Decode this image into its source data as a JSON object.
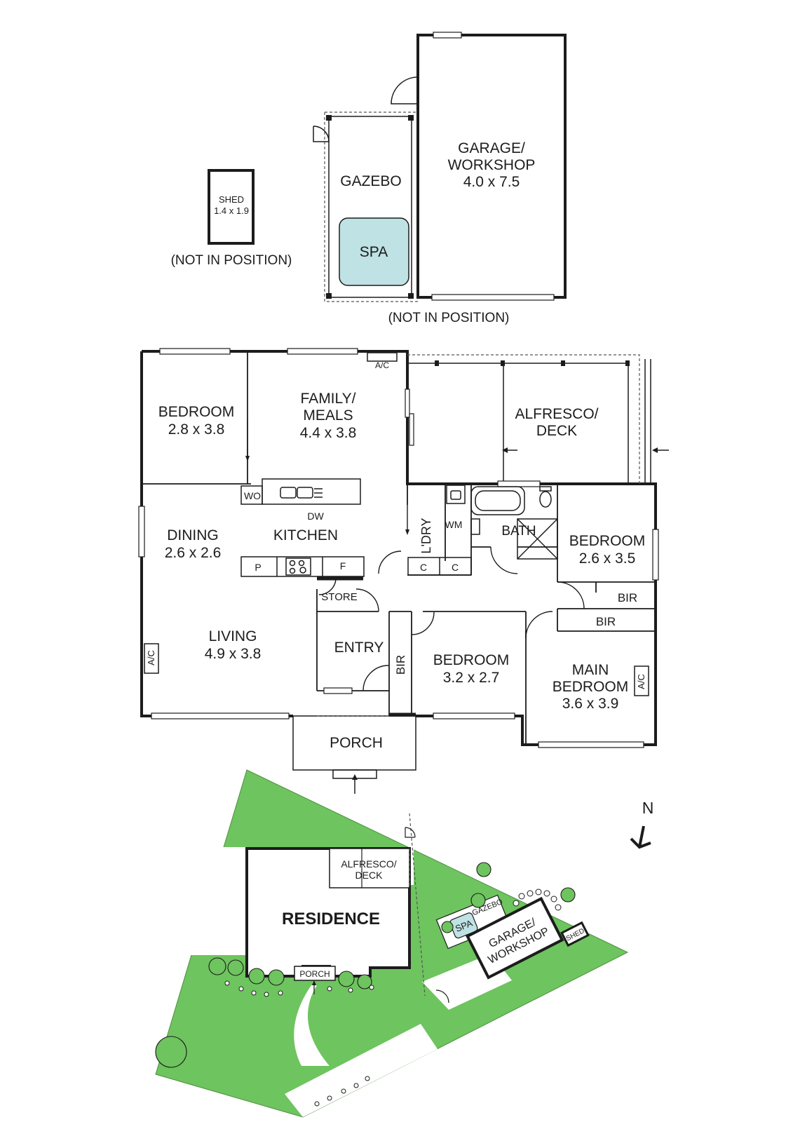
{
  "outbuildings": {
    "shed": {
      "name": "SHED",
      "size": "1.4 x 1.9"
    },
    "shed_note": "(NOT IN POSITION)",
    "gazebo": {
      "name": "GAZEBO"
    },
    "spa": {
      "name": "SPA"
    },
    "garage": {
      "name_line1": "GARAGE/",
      "name_line2": "WORKSHOP",
      "size": "4.0 x 7.5"
    },
    "group_note": "(NOT IN POSITION)"
  },
  "rooms": {
    "bedroom_nw": {
      "name": "BEDROOM",
      "size": "2.8 x 3.8"
    },
    "family": {
      "name_line1": "FAMILY/",
      "name_line2": "MEALS",
      "size": "4.4 x 3.8"
    },
    "alfresco": {
      "name_line1": "ALFRESCO/",
      "name_line2": "DECK"
    },
    "dining": {
      "name": "DINING",
      "size": "2.6 x 2.6"
    },
    "kitchen": {
      "name": "KITCHEN"
    },
    "laundry": {
      "name": "L'DRY"
    },
    "bath": {
      "name": "BATH"
    },
    "bedroom_e": {
      "name": "BEDROOM",
      "size": "2.6 x 3.5"
    },
    "store": {
      "name": "STORE"
    },
    "living": {
      "name": "LIVING",
      "size": "4.9 x 3.8"
    },
    "entry": {
      "name": "ENTRY"
    },
    "bedroom_s": {
      "name": "BEDROOM",
      "size": "3.2 x 2.7"
    },
    "main_bedroom": {
      "name_line1": "MAIN",
      "name_line2": "BEDROOM",
      "size": "3.6 x 3.9"
    },
    "porch": {
      "name": "PORCH"
    }
  },
  "fixtures": {
    "ac": "A/C",
    "wo": "WO",
    "dw": "DW",
    "p": "P",
    "f": "F",
    "wm": "WM",
    "c": "C",
    "bir": "BIR"
  },
  "site": {
    "north": "N",
    "residence": "RESIDENCE",
    "alfresco_line1": "ALFRESCO/",
    "alfresco_line2": "DECK",
    "gazebo": "GAZEBO",
    "spa": "SPA",
    "garage_line1": "GARAGE/",
    "garage_line2": "WORKSHOP",
    "shed": "SHED",
    "porch": "PORCH"
  },
  "colors": {
    "lawn": "#6ec45e",
    "spa": "#bfe2e4",
    "walls": "#1c1c1c"
  }
}
